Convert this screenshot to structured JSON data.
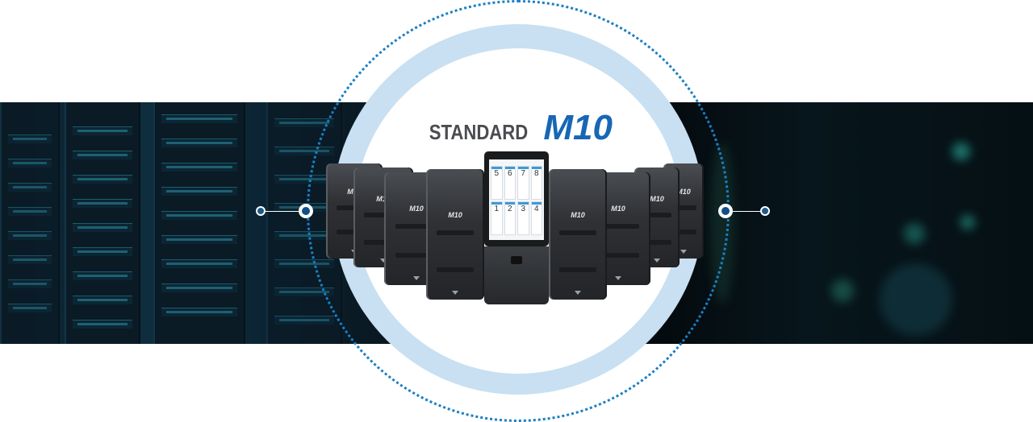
{
  "hero": {
    "title_prefix": "STANDARD",
    "title_model": "M10"
  },
  "devices": {
    "model_label": "M10",
    "hub_cells": [
      "5",
      "6",
      "7",
      "8",
      "1",
      "2",
      "3",
      "4"
    ]
  },
  "icons": [
    "connector-node-left",
    "connector-node-right"
  ],
  "colors": {
    "accent_blue": "#1767b5",
    "ring_light_blue": "#c8e0f1",
    "title_gray": "#4a4c50",
    "band_dark": "#040608"
  }
}
